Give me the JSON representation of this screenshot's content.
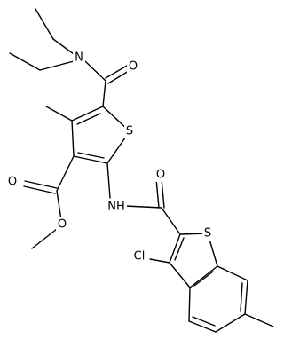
{
  "molecule": {
    "atom_labels": {
      "n_diethylamide": "N",
      "o_amide_carbonyl": "O",
      "s_thiophene": "S",
      "o_ester_carbonyl": "O",
      "o_ester_methoxy": "O",
      "nh_amide": "NH",
      "o_amide2_carbonyl": "O",
      "s_benzothiophene": "S",
      "cl_substituent": "Cl"
    }
  },
  "colors": {
    "ink": "#000000",
    "background": "#ffffff"
  }
}
